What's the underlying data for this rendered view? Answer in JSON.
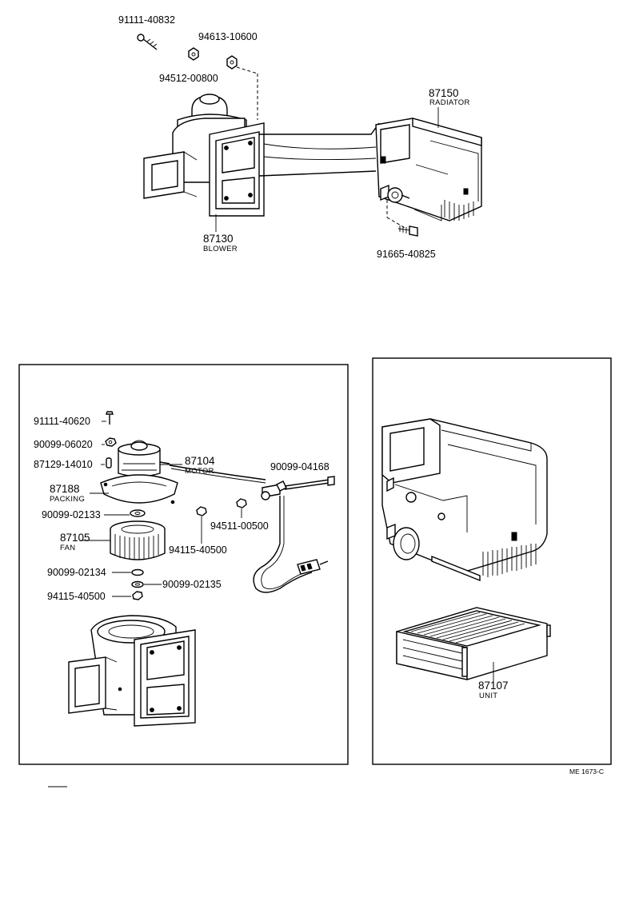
{
  "top": {
    "screw_top": "91111-40832",
    "nut_94613": "94613-10600",
    "nut_94512": "94512-00800",
    "radiator_part": "87150",
    "radiator_name": "RADIATOR",
    "blower_part": "87130",
    "blower_name": "BLOWER",
    "screw_bottom": "91665-40825"
  },
  "left_panel": {
    "screw": "91111-40620",
    "p_06020": "90099-06020",
    "p_14010": "87129-14010",
    "motor_part": "87104",
    "motor_name": "MOTOR",
    "p_04168": "90099-04168",
    "packing_part": "87188",
    "packing_name": "PACKING",
    "p_02133": "90099-02133",
    "nut_00500": "94511-00500",
    "fan_part": "87105",
    "fan_name": "FAN",
    "nut_40500_a": "94115-40500",
    "p_02134": "90099-02134",
    "p_02135": "90099-02135",
    "nut_40500_b": "94115-40500"
  },
  "right_panel": {
    "unit_part": "87107",
    "unit_name": "UNIT"
  },
  "footer": {
    "code": "ME 1673-C"
  }
}
